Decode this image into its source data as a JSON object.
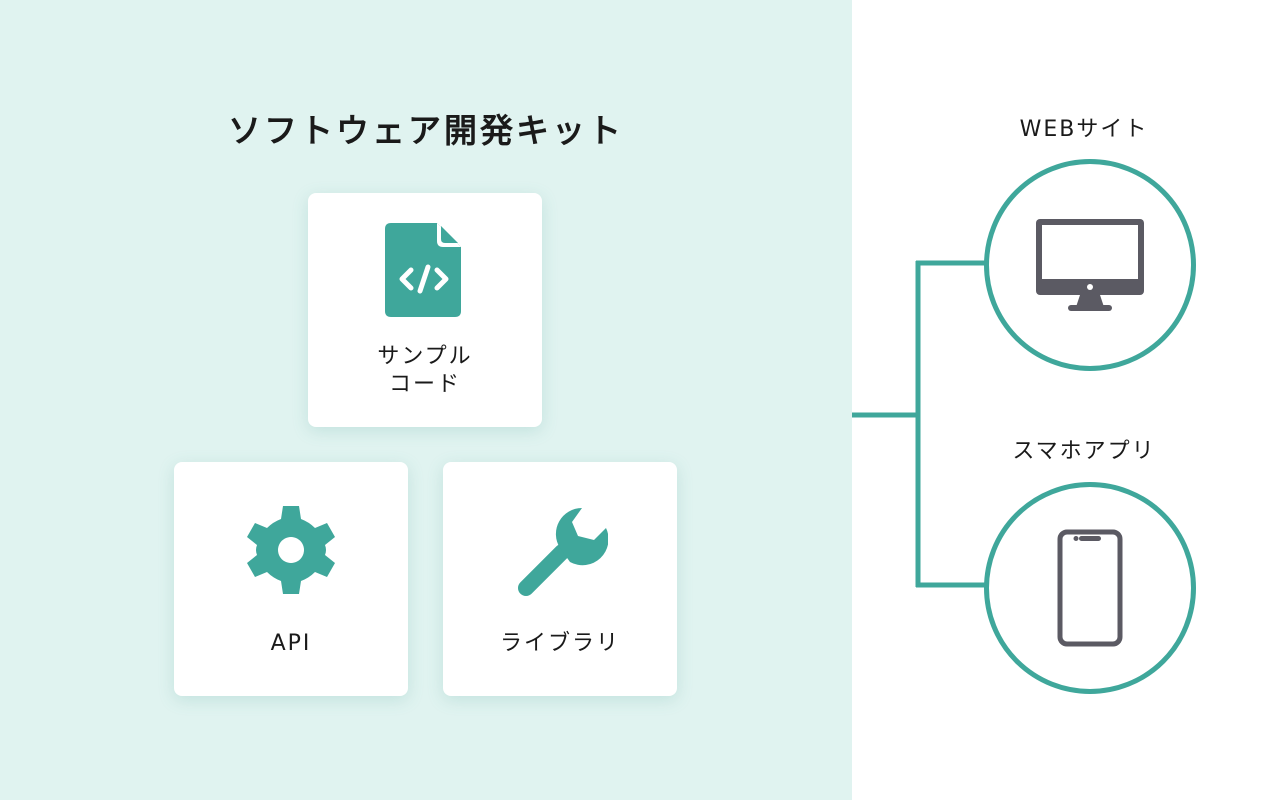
{
  "title": "ソフトウェア開発キット",
  "kit_items": [
    {
      "label_line1": "サンプル",
      "label_line2": "コード",
      "icon": "code-file-icon"
    },
    {
      "label": "API",
      "icon": "gear-icon"
    },
    {
      "label": "ライブラリ",
      "icon": "wrench-icon"
    }
  ],
  "targets": [
    {
      "label": "WEBサイト",
      "icon": "desktop-monitor-icon"
    },
    {
      "label": "スマホアプリ",
      "icon": "smartphone-icon"
    }
  ],
  "colors": {
    "accent": "#3fa79b",
    "panel_background": "#e0f3f0",
    "device_icon": "#5b5a63",
    "card_background": "#ffffff"
  }
}
